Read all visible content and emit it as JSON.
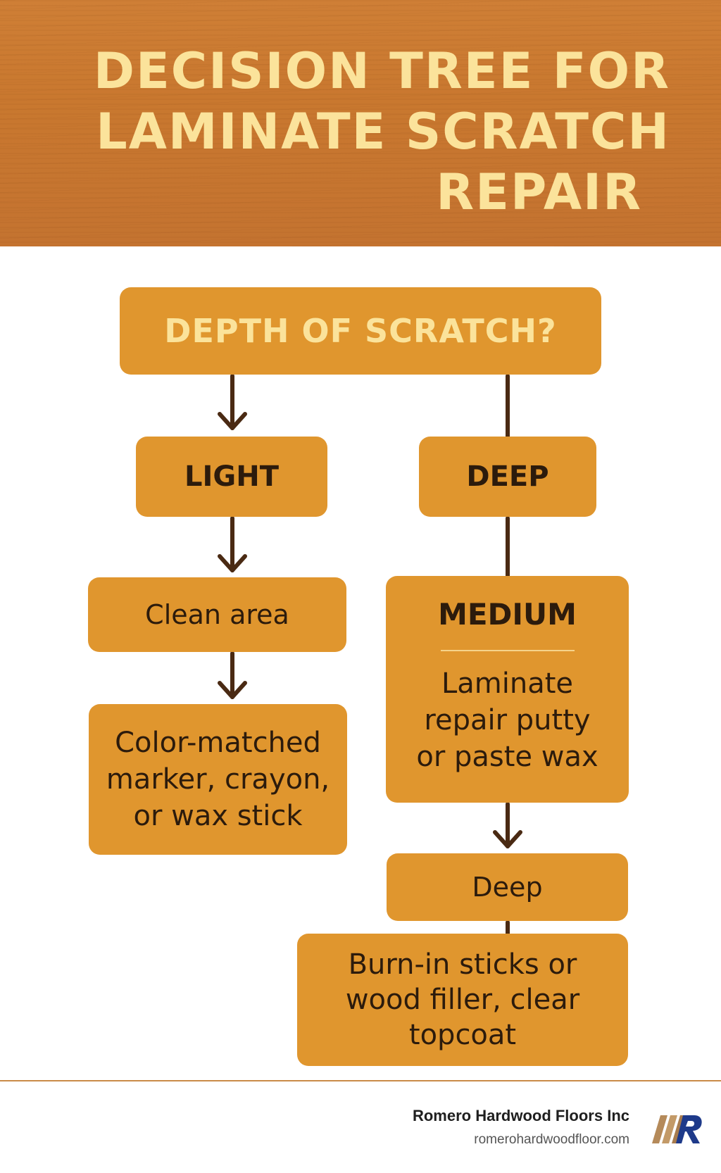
{
  "header": {
    "title_lines": [
      "DECISION TREE FOR",
      "LAMINATE SCRATCH",
      "REPAIR"
    ]
  },
  "tree": {
    "root": "DEPTH OF SCRATCH?",
    "light": "LIGHT",
    "deep": "DEEP",
    "clean_area": "Clean area",
    "marker_lines": [
      "Color-matched",
      "marker, crayon,",
      "or wax stick"
    ],
    "medium_heading": "MEDIUM",
    "medium_lines": [
      "Laminate",
      "repair putty",
      "or paste wax"
    ],
    "deep_box": "Deep",
    "burn_lines": [
      "Burn-in sticks or",
      "wood filler, clear",
      "topcoat"
    ]
  },
  "colors": {
    "box_fill": "#e0962e",
    "title_text": "#fbe39b",
    "box_text": "#2c1b0c",
    "connector": "#4a2a13"
  },
  "footer": {
    "company": "Romero Hardwood Floors Inc",
    "website": "romerohardwoodfloor.com"
  }
}
